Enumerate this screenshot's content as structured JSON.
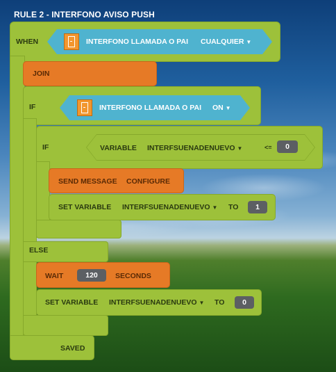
{
  "rule_title": "RULE 2 - INTERFONO AVISO PUSH",
  "when": {
    "label": "WHEN",
    "device": "INTERFONO LLAMADA O PAI",
    "state": "CUALQUIER",
    "icon": "door-icon"
  },
  "join": {
    "label": "JOIN"
  },
  "if1": {
    "label": "IF",
    "device": "INTERFONO LLAMADA O PAI",
    "state": "ON",
    "icon": "door-icon"
  },
  "if2": {
    "label": "IF",
    "variable_label": "VARIABLE",
    "variable_name": "INTERFSUENADENUEVO",
    "operator": "<=",
    "value": "0"
  },
  "send_message": {
    "label": "SEND MESSAGE",
    "target": "CONFIGURE"
  },
  "set_var1": {
    "label": "SET VARIABLE",
    "variable_name": "INTERFSUENADENUEVO",
    "to_label": "TO",
    "value": "1"
  },
  "else": {
    "label": "ELSE"
  },
  "wait": {
    "label": "WAIT",
    "value": "120",
    "unit": "SECONDS"
  },
  "set_var2": {
    "label": "SET VARIABLE",
    "variable_name": "INTERFSUENADENUEVO",
    "to_label": "TO",
    "value": "0"
  },
  "status": "SAVED",
  "colors": {
    "block_green": "#9dc13a",
    "block_orange": "#e67a26",
    "device_blue": "#4fb3cf",
    "value_pill": "#5c5f63"
  }
}
